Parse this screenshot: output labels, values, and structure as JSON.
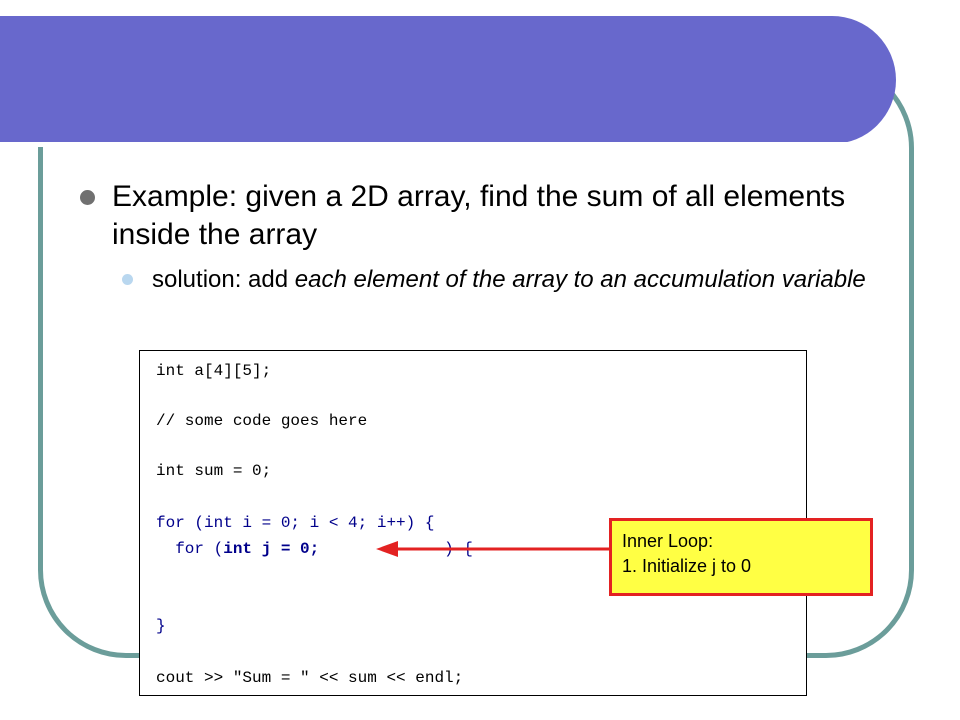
{
  "slide": {
    "bullet1": {
      "text": "Example:  given a 2D array, find the sum of all elements inside the array"
    },
    "bullet2": {
      "prefix": "solution:  add ",
      "emphasis": "each element of the array to an accumulation variable"
    }
  },
  "code": {
    "line1": "int a[4][5];",
    "line2": "// some code goes here",
    "line3": "int sum = 0;",
    "line4": "for (int i = 0; i < 4; i++) {",
    "line5_indent": "  ",
    "line5_head": "for (",
    "line5_init": "int j = 0;",
    "line5_gap": "             ",
    "line5_tail": ") {",
    "line6": "}",
    "line7": "cout >> \"Sum = \" << sum << endl;"
  },
  "callout": {
    "line1": "Inner Loop:",
    "line2": "1. Initialize j to 0"
  },
  "colors": {
    "banner": "#6868cc",
    "frame": "#6b9d9a",
    "callout_fill": "#ffff44",
    "callout_border": "#e32222",
    "arrow": "#e32222"
  }
}
